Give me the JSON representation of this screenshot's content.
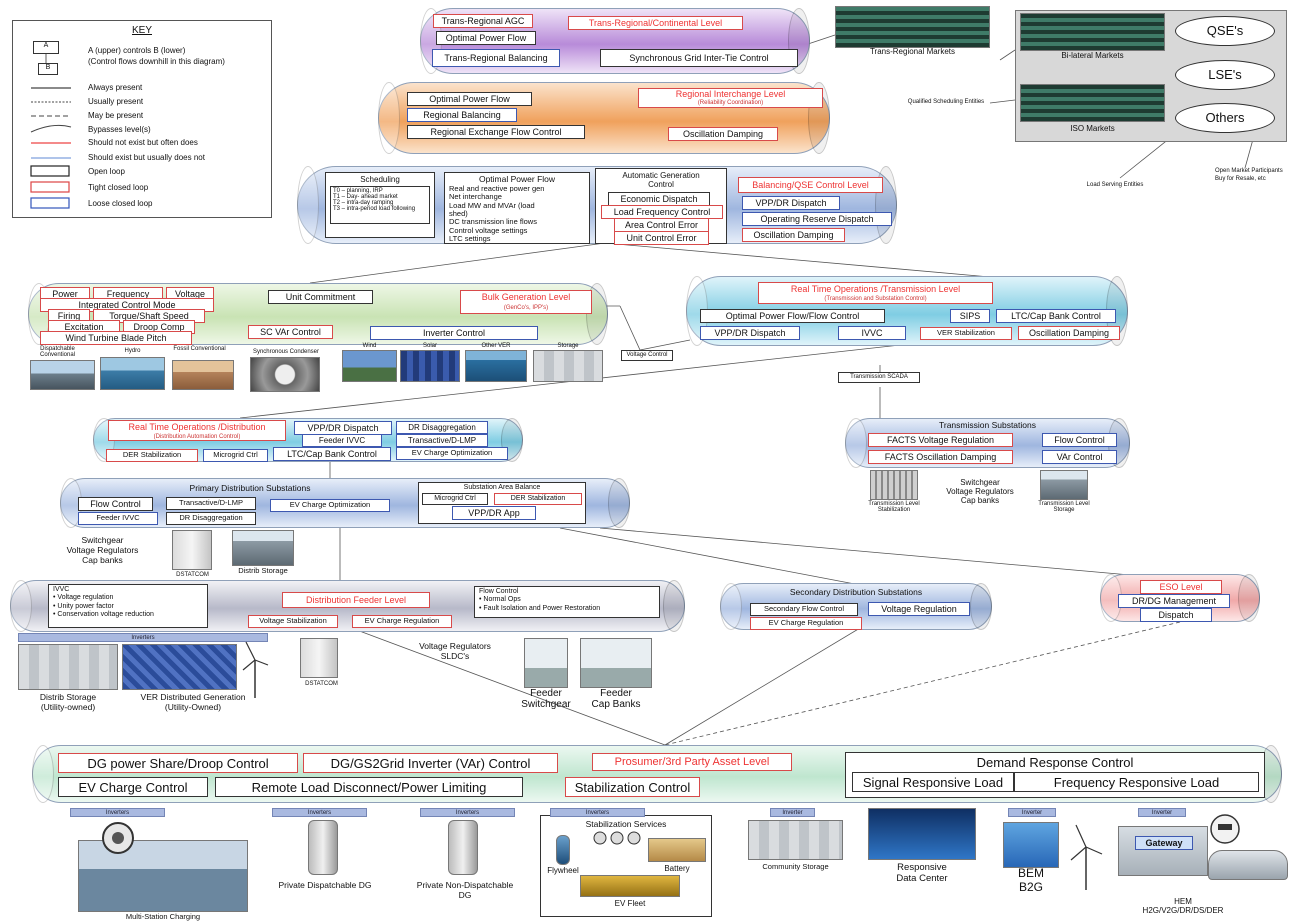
{
  "key": {
    "title": "KEY",
    "box_a": "A",
    "box_b": "B",
    "desc": "A (upper) controls B (lower)",
    "desc2": "(Control flows downhill in this diagram)",
    "always": "Always present",
    "usually": "Usually present",
    "maybe": "May be present",
    "bypass": "Bypasses level(s)",
    "should_not": "Should not exist but often does",
    "should": "Should exist but usually does not",
    "open": "Open loop",
    "tight": "Tight closed loop",
    "loose": "Loose closed loop"
  },
  "trans_regional": {
    "agc": "Trans-Regional AGC",
    "opf": "Optimal Power Flow",
    "balancing": "Trans-Regional Balancing",
    "level": "Trans-Regional/Continental Level",
    "sync": "Synchronous Grid Inter-Tie Control",
    "markets": "Trans-Regional Markets"
  },
  "markets": {
    "bilateral": "Bi-lateral Markets",
    "iso": "ISO Markets",
    "qse": "QSE's",
    "lse": "LSE's",
    "others": "Others",
    "qse_note": "Qualified Scheduling Entities",
    "lse_note": "Load Serving Entities",
    "others_note1": "Open Market Participants",
    "others_note2": "Buy for Resale, etc"
  },
  "regional": {
    "opf": "Optimal Power Flow",
    "balancing": "Regional Balancing",
    "exchange": "Regional Exchange  Flow Control",
    "level": "Regional Interchange Level",
    "level_sub": "(Reliability Coordination)",
    "damping": "Oscillation Damping"
  },
  "balancing": {
    "scheduling_title": "Scheduling",
    "t0": "T0 – planning, IRP",
    "t1": "T1 – Day- ahead market",
    "t2": "T2 – intra-day ramping",
    "t3": "T3 – intra-period load following",
    "opf_title": "Optimal Power Flow",
    "opf1": "Real and reactive power gen",
    "opf2": "Net interchange",
    "opf3": "Load MW and MVAr (load",
    "opf4": "shed)",
    "opf5": "DC transmission line flows",
    "opf6": "Control voltage settings",
    "opf7": "LTC settings",
    "agc_title1": "Automatic Generation",
    "agc_title2": "Control",
    "econ": "Economic Dispatch",
    "lfc": "Load Frequency Control",
    "ace": "Area Control Error",
    "uce": "Unit Control Error",
    "level": "Balancing/QSE Control Level",
    "vpp": "VPP/DR Dispatch",
    "reserve": "Operating Reserve Dispatch",
    "damping": "Oscillation Damping"
  },
  "bulk": {
    "power": "Power",
    "frequency": "Frequency",
    "voltage": "Voltage",
    "icm": "Integrated Control Mode",
    "firing": "Firing",
    "torque": "Torque/Shaft Speed",
    "excitation": "Excitation",
    "droop": "Droop Comp",
    "blade": "Wind Turbine Blade Pitch",
    "unit_commit": "Unit Commitment",
    "level": "Bulk Generation  Level",
    "level_sub": "(GenCo's, IPP's)",
    "sc_var": "SC VAr Control",
    "inverter": "Inverter Control",
    "p1": "Dispatchable Conventional",
    "p2": "Hydro",
    "p3": "Fossil Conventional",
    "p4": "Synchronous Condenser",
    "p5": "Wind",
    "p6": "Solar",
    "p7": "Other VER",
    "p8": "Storage"
  },
  "rto_trans": {
    "level": "Real Time Operations /Transmission Level",
    "level_sub": "(Transmission and Substation Control)",
    "opf": "Optimal Power Flow/Flow Control",
    "sips": "SIPS",
    "ltc": "LTC/Cap Bank Control",
    "vpp": "VPP/DR Dispatch",
    "ivvc": "IVVC",
    "ver": "VER Stabilization",
    "damping": "Oscillation Damping",
    "voltage_control": "Voltage Control",
    "scada": "Transmission SCADA"
  },
  "trans_sub": {
    "title": "Transmission Substations",
    "facts_v": "FACTS Voltage Regulation",
    "flow": "Flow Control",
    "facts_o": "FACTS Oscillation Damping",
    "var": "VAr Control",
    "equip1": "Switchgear",
    "equip2": "Voltage Regulators",
    "equip3": "Cap banks",
    "stab": "Transmission Level Stabilization",
    "stor": "Transmission Level Storage"
  },
  "rto_dist": {
    "level": "Real Time Operations /Distribution",
    "level_sub": "(Distribution Automation Control)",
    "vpp": "VPP/DR Dispatch",
    "disagg": "DR Disaggregation",
    "feeder": "Feeder IVVC",
    "transactive": "Transactive/D-LMP",
    "der": "DER Stabilization",
    "microgrid": "Microgrid Ctrl",
    "ltc": "LTC/Cap Bank Control",
    "ev": "EV Charge Optimization"
  },
  "primary": {
    "title": "Primary Distribution Substations",
    "flow": "Flow Control",
    "transactive": "Transactive/D-LMP",
    "ev": "EV Charge Optimization",
    "feeder": "Feeder IVVC",
    "disagg": "DR Disaggregation",
    "area_title": "Substation Area Balance",
    "microgrid": "Microgrid Ctrl",
    "der": "DER Stabilization",
    "vpp": "VPP/DR App",
    "equip1": "Switchgear",
    "equip2": "Voltage Regulators",
    "equip3": "Cap banks",
    "dstatcom": "DSTATCOM",
    "storage": "Distrib Storage"
  },
  "feeder": {
    "ivvc_title": "IVVC",
    "ivvc1": "Voltage regulation",
    "ivvc2": "Unity power factor",
    "ivvc3": "Conservation voltage reduction",
    "level": "Distribution Feeder Level",
    "vstab": "Voltage Stabilization",
    "ev": "EV Charge Regulation",
    "flow_title": "Flow Control",
    "flow1": "Normal Ops",
    "flow2": "Fault Isolation and Power Restoration",
    "inverters": "Inverters",
    "storage1": "Distrib Storage",
    "storage2": "(Utility-owned)",
    "ver1": "VER Distributed Generation",
    "ver2": "(Utility-Owned)",
    "dstatcom": "DSTATCOM",
    "regs1": "Voltage Regulators",
    "regs2": "SLDC's",
    "sw1": "Feeder",
    "sw2": "Switchgear",
    "cap1": "Feeder",
    "cap2": "Cap Banks"
  },
  "secondary": {
    "title": "Secondary Distribution Substations",
    "flow": "Secondary Flow Control",
    "volt": "Voltage Regulation",
    "ev": "EV Charge Regulation"
  },
  "eso": {
    "level": "ESO Level",
    "dr": "DR/DG Management",
    "dispatch": "Dispatch"
  },
  "prosumer": {
    "droop": "DG power Share/Droop Control",
    "inverter": "DG/GS2Grid Inverter (VAr) Control",
    "level": "Prosumer/3rd Party Asset Level",
    "ev": "EV Charge Control",
    "remote": "Remote Load Disconnect/Power Limiting",
    "stab": "Stabilization Control",
    "drc": "Demand Response Control",
    "signal": "Signal Responsive Load",
    "frequency": "Frequency Responsive Load",
    "inverters": "Inverters",
    "inverter_single": "Inverter",
    "multi": "Multi-Station Charging",
    "priv_disp": "Private Dispatchable DG",
    "priv_non1": "Private Non-Dispatchable",
    "priv_non2": "DG",
    "stab_services": "Stabilization Services",
    "flywheel": "Flywheel",
    "battery": "Battery",
    "ev_fleet": "EV Fleet",
    "community": "Community Storage",
    "dc1": "Responsive",
    "dc2": "Data Center",
    "bem1": "BEM",
    "bem2": "B2G",
    "gateway": "Gateway",
    "hem1": "HEM",
    "hem2": "H2G/V2G/DR/DS/DER"
  }
}
